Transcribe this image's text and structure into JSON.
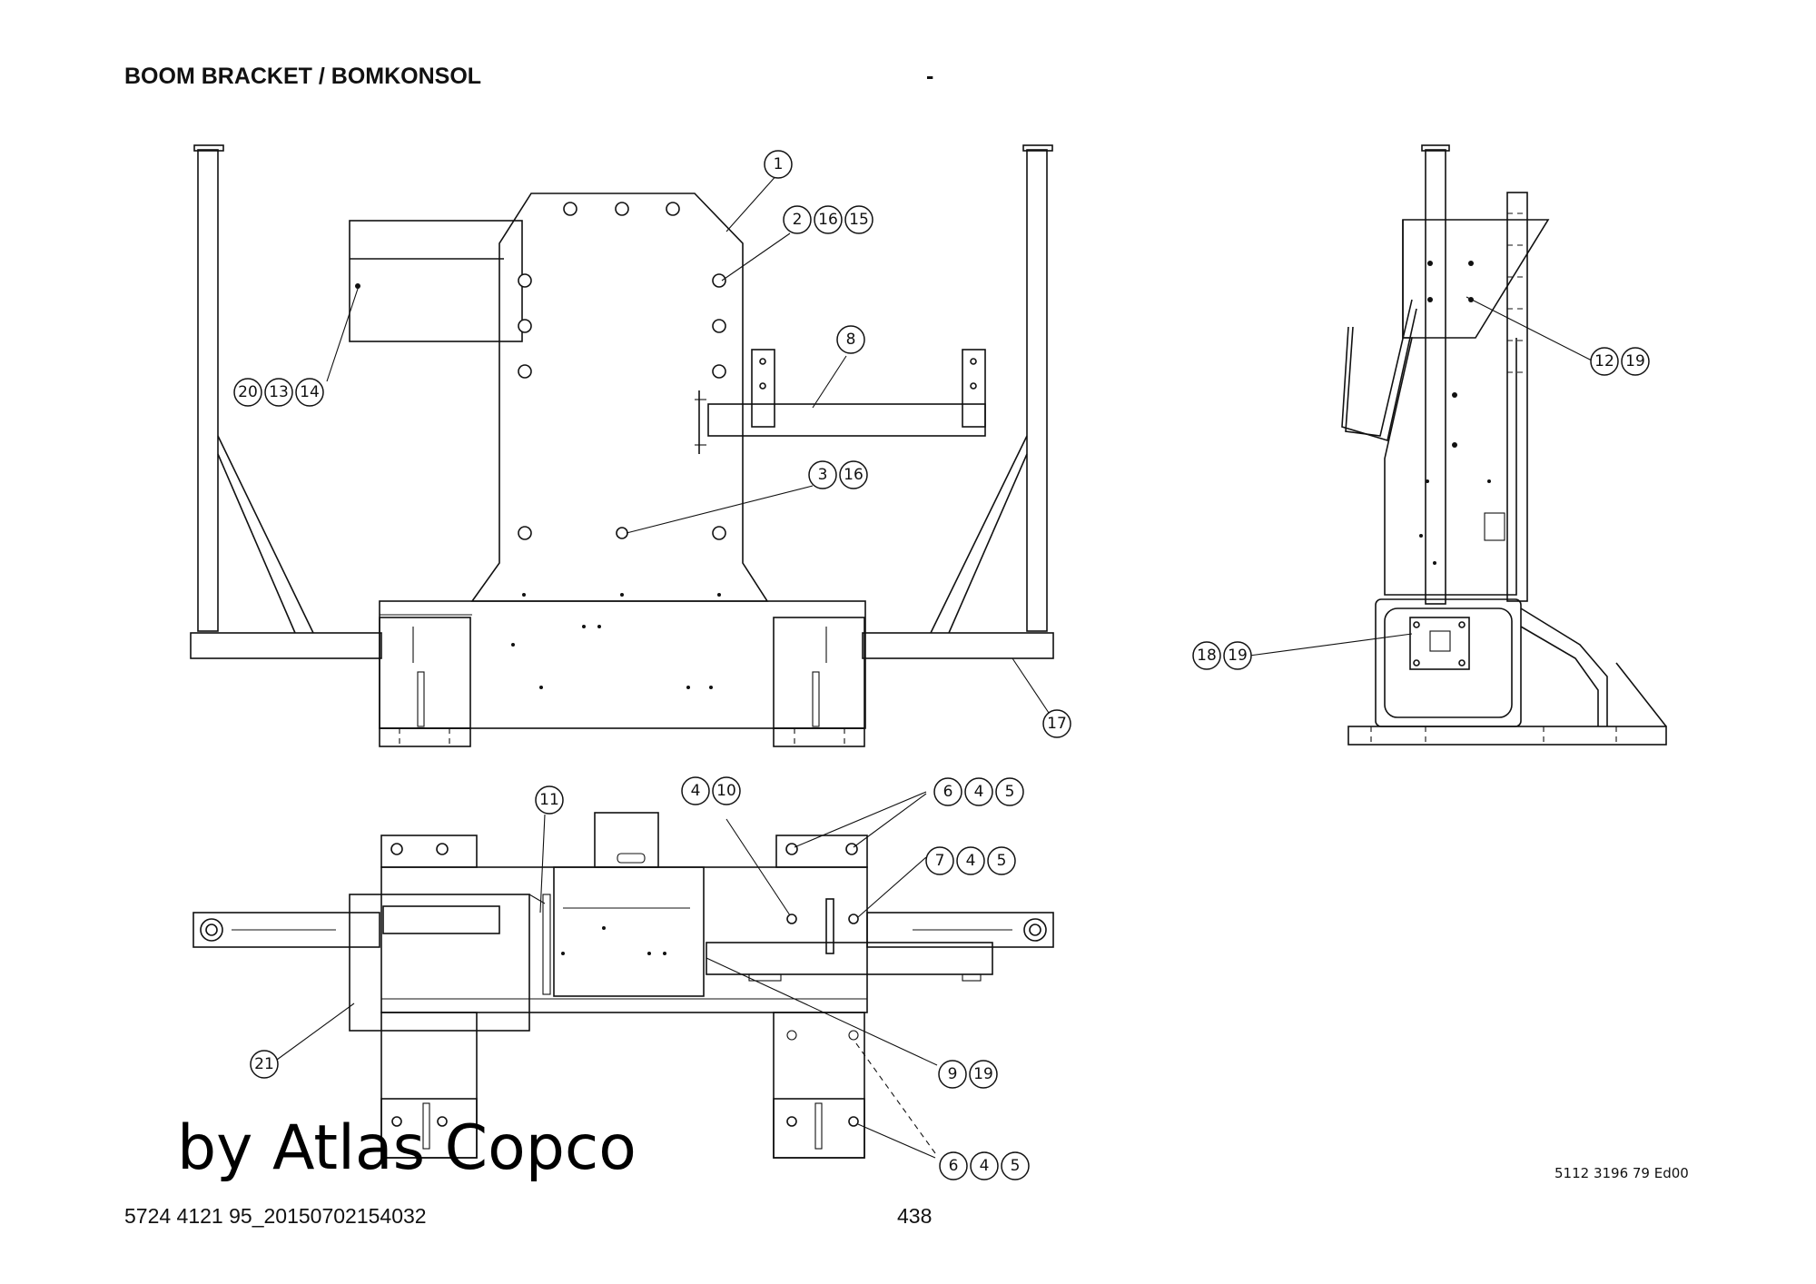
{
  "header": {
    "title": "BOOM BRACKET / BOMKONSOL",
    "dash": "-"
  },
  "footer": {
    "doc_id": "5724 4121 95_20150702154032",
    "page": "438"
  },
  "drawing_number": "5112 3196 79 Ed00",
  "watermark": "by Atlas Copco",
  "callouts": [
    {
      "items": [
        "1"
      ]
    },
    {
      "items": [
        "2",
        "16",
        "15"
      ]
    },
    {
      "items": [
        "20",
        "13",
        "14"
      ]
    },
    {
      "items": [
        "8"
      ]
    },
    {
      "items": [
        "3",
        "16"
      ]
    },
    {
      "items": [
        "17"
      ]
    },
    {
      "items": [
        "12",
        "19"
      ]
    },
    {
      "items": [
        "18",
        "19"
      ]
    },
    {
      "items": [
        "11"
      ]
    },
    {
      "items": [
        "4",
        "10"
      ]
    },
    {
      "items": [
        "6",
        "4",
        "5"
      ]
    },
    {
      "items": [
        "7",
        "4",
        "5"
      ]
    },
    {
      "items": [
        "21"
      ]
    },
    {
      "items": [
        "9",
        "19"
      ]
    },
    {
      "items": [
        "6",
        "4",
        "5"
      ]
    }
  ]
}
